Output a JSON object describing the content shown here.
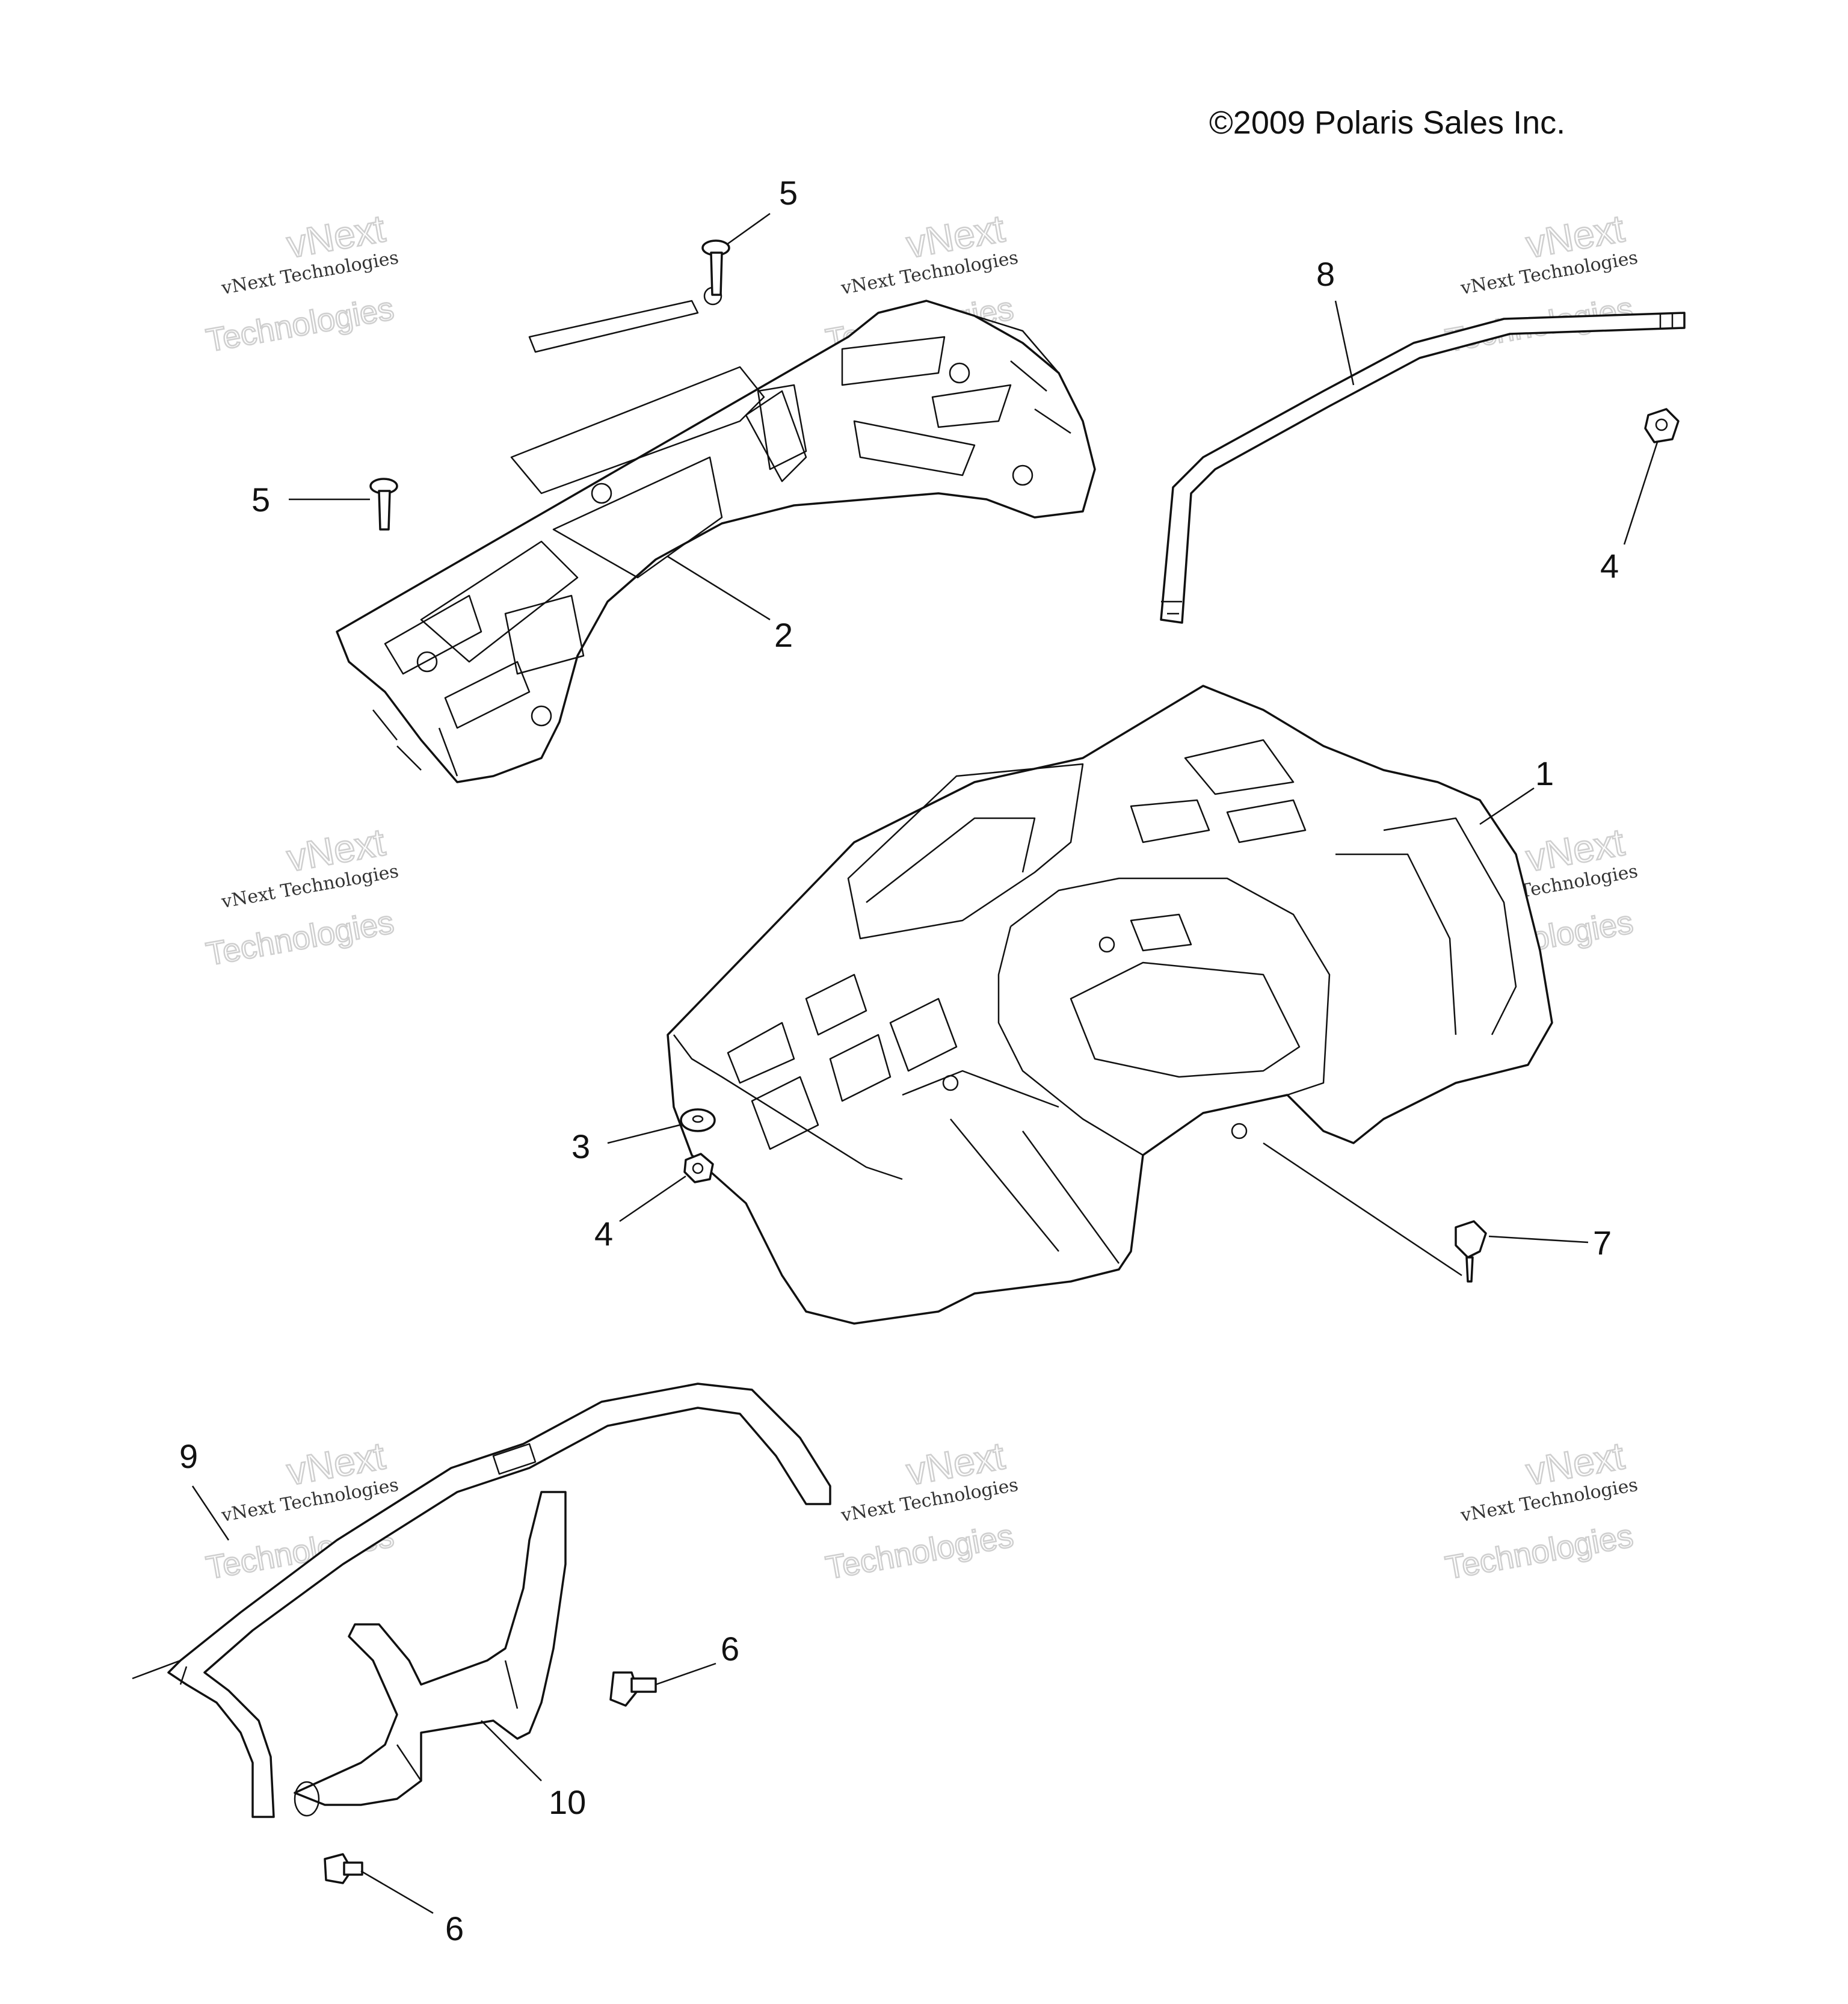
{
  "copyright": "©2009 Polaris Sales Inc.",
  "watermark": {
    "line1": "vNext Technologies",
    "line2": "vNext",
    "line3": "Technologies"
  },
  "callouts": {
    "c1": "1",
    "c2": "2",
    "c3": "3",
    "c4a": "4",
    "c4b": "4",
    "c5a": "5",
    "c5b": "5",
    "c6a": "6",
    "c6b": "6",
    "c7": "7",
    "c8": "8",
    "c9": "9",
    "c10": "10"
  }
}
